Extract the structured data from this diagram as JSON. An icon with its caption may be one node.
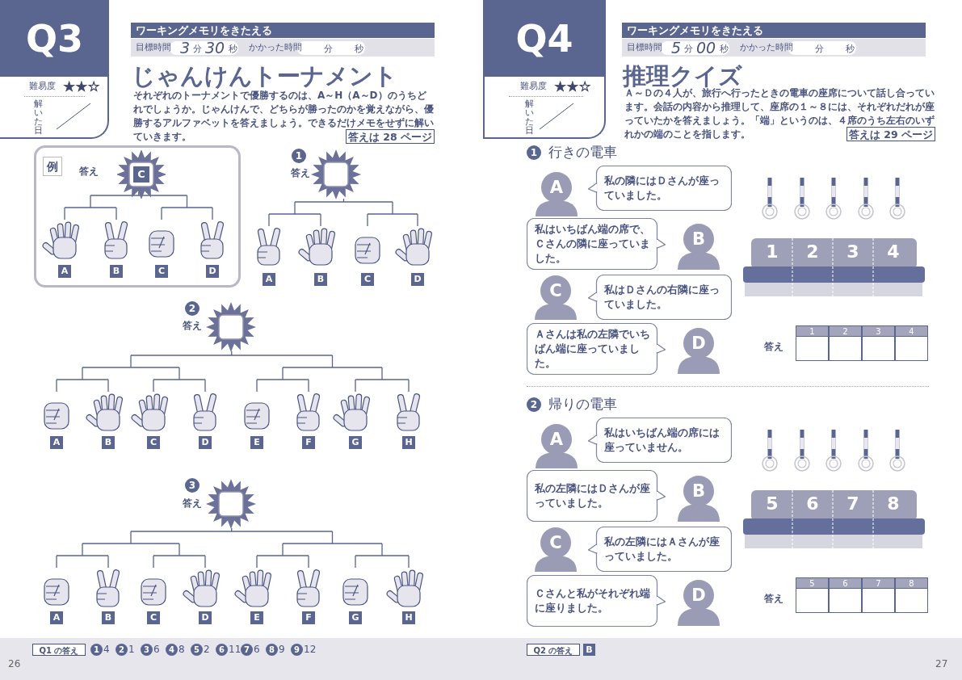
{
  "diagram": {
    "nodes": [
      {
        "text": [
          "例"
        ]
      },
      {
        "text": [
          "C"
        ],
        "in": 0,
        "beside": [
          "答え"
        ]
      },
      {
        "text": [],
        "shape": "star",
        "beside": [
          "答え"
        ]
      },
      {
        "text": [],
        "shape": "star",
        "beside": [
          "答え"
        ]
      },
      {
        "text": [],
        "shape": "star",
        "beside": [
          "答え"
        ]
      },
      {
        "text": [
          "A"
        ]
      },
      {
        "text": [
          "私の隣にはＤさんが座っていました。"
        ]
      },
      {
        "text": [
          "私はいちばん端の席で、Ｃさんの隣に座っていました。"
        ]
      },
      {
        "text": [
          "B"
        ]
      },
      {
        "text": [
          "C"
        ]
      },
      {
        "text": [
          "私はＤさんの右隣に座っていました。"
        ]
      },
      {
        "text": [
          "Ａさんは私の左隣でいちばん端に座っていました。"
        ]
      },
      {
        "text": [
          "D"
        ]
      },
      {
        "text": [
          "A"
        ]
      },
      {
        "text": [
          "私はいちばん端の席には座っていません。"
        ]
      },
      {
        "text": [
          "私の左隣にはＤさんが座っていました。"
        ]
      },
      {
        "text": [
          "B"
        ]
      },
      {
        "text": [
          "C"
        ]
      },
      {
        "text": [
          "私の左隣にはＡさんが座っていました。"
        ]
      },
      {
        "text": [
          "Ｃさんと私がそれぞれ端に座りました。"
        ]
      },
      {
        "text": [
          "D"
        ]
      }
    ],
    "labels": [
      "Q3",
      "ワーキングメモリをきたえる",
      "目標時間",
      "3",
      "分",
      "30",
      "秒",
      "かかった時間",
      "分",
      "秒",
      "難易度",
      "★★☆",
      "解いた日",
      "じゃんけんトーナメント",
      "それぞれのトーナメントで優勝するのは、A～H（A～D）のうちどれでしょうか。じゃんけんで、どちらが勝ったのかを覚えながら、優勝するアルファベットを答えましょう。できるだけメモをせずに解いていきます。",
      "答えは 28 ページ",
      "A",
      "B",
      "C",
      "D",
      "1",
      "A",
      "B",
      "C",
      "D",
      "2",
      "A",
      "B",
      "C",
      "D",
      "E",
      "F",
      "G",
      "H",
      "3",
      "A",
      "B",
      "C",
      "D",
      "E",
      "F",
      "G",
      "H",
      "Q1 の答え",
      "1",
      "4",
      "2",
      "1",
      "3",
      "6",
      "4",
      "8",
      "5",
      "2",
      "6",
      "11",
      "7",
      "6",
      "8",
      "9",
      "9",
      "12",
      "26",
      "Q4",
      "ワーキングメモリをきたえる",
      "目標時間",
      "5",
      "分",
      "00",
      "秒",
      "かかった時間",
      "分",
      "秒",
      "難易度",
      "★★☆",
      "解いた日",
      "推理クイズ",
      "Ａ～Ｄの４人が、旅行へ行ったときの電車の座席について話し合っています。会話の内容から推理して、座席の１～８には、それぞれだれが座っていたかを答えましょう。「端」というのは、４席のうち左右のいずれかの端のことを指します。",
      "答えは 29 ページ",
      "1",
      "行きの電車",
      "1",
      "2",
      "3",
      "4",
      "答え",
      "1",
      "2",
      "3",
      "4",
      "2",
      "帰りの電車",
      "5",
      "6",
      "7",
      "8",
      "答え",
      "5",
      "6",
      "7",
      "8",
      "Q2 の答え",
      "B",
      "27"
    ]
  }
}
